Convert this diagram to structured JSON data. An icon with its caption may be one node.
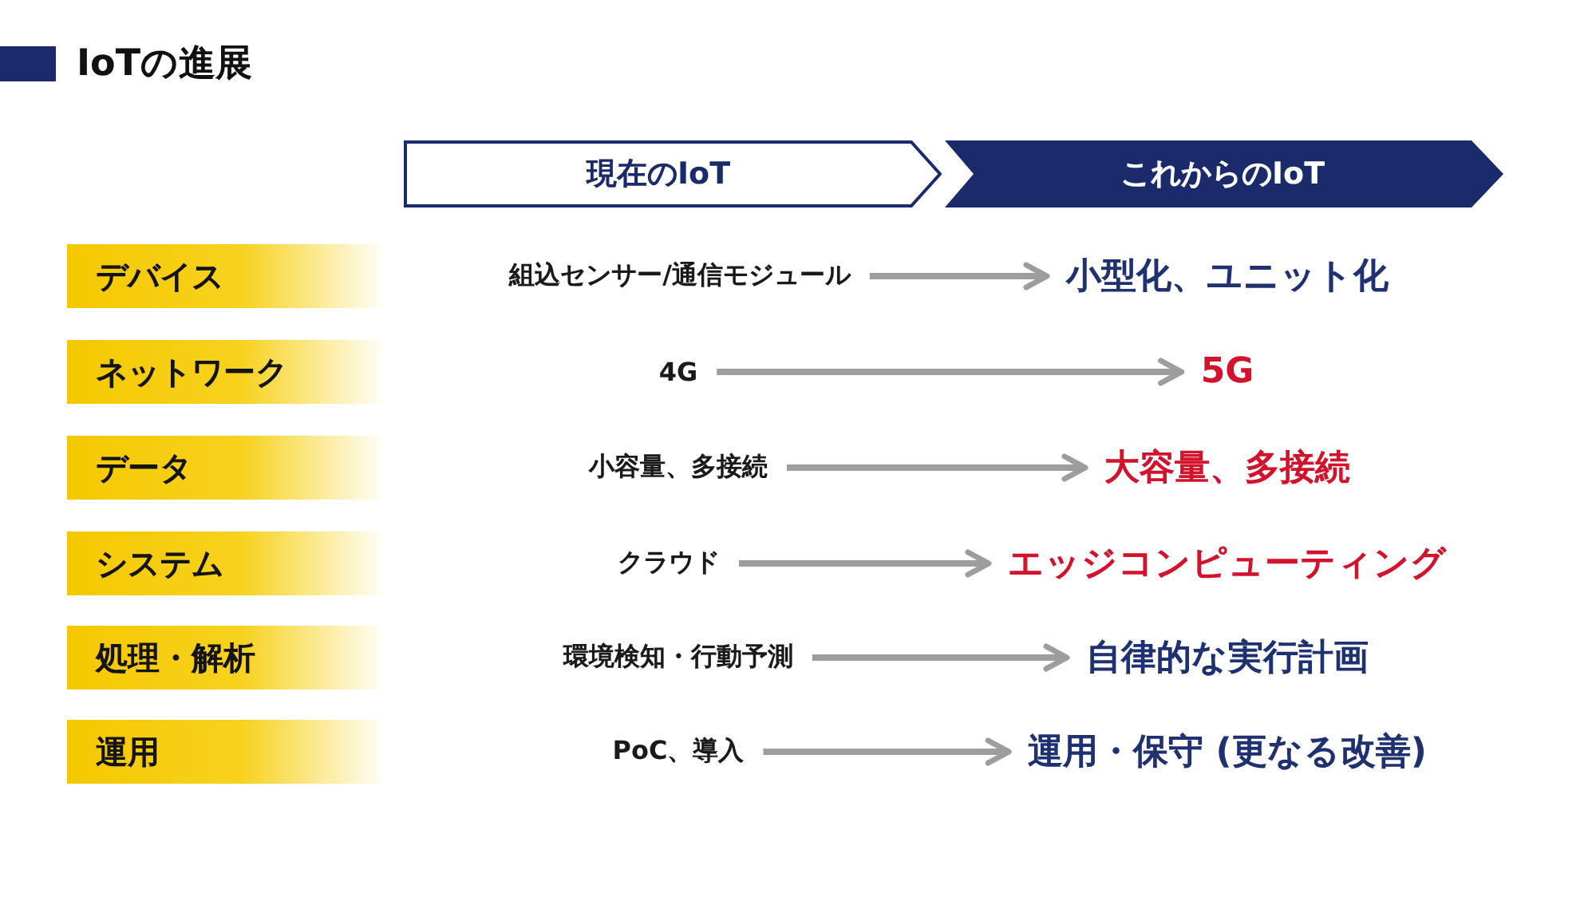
{
  "diagram": {
    "title": "IoTの進展",
    "nodes": [
      {
        "text": [
          "現在のIoT"
        ]
      },
      {
        "text": [
          "これからのIoT"
        ]
      },
      {
        "text": [
          "デバイス"
        ]
      },
      {
        "text": [
          "組込センサー/通信モジュール"
        ]
      },
      {
        "text": [
          "小型化、ユニット化"
        ]
      },
      {
        "text": [
          "ネットワーク"
        ]
      },
      {
        "text": [
          "4G"
        ]
      },
      {
        "text": [
          "5G"
        ]
      },
      {
        "text": [
          "データ"
        ]
      },
      {
        "text": [
          "小容量、多接続"
        ]
      },
      {
        "text": [
          "大容量、多接続"
        ]
      },
      {
        "text": [
          "システム"
        ]
      },
      {
        "text": [
          "クラウド"
        ]
      },
      {
        "text": [
          "エッジコンピューティング"
        ]
      },
      {
        "text": [
          "処理・解析"
        ]
      },
      {
        "text": [
          "環境検知・行動予測"
        ]
      },
      {
        "text": [
          "自律的な実行計画"
        ]
      },
      {
        "text": [
          "運用"
        ]
      },
      {
        "text": [
          "PoC、導入"
        ]
      },
      {
        "text": [
          "運用・保守 (更なる改善)"
        ]
      }
    ],
    "edges": [
      {
        "from": 3,
        "to": 4,
        "arrow": "to"
      },
      {
        "from": 6,
        "to": 7,
        "arrow": "to"
      },
      {
        "from": 9,
        "to": 10,
        "arrow": "to"
      },
      {
        "from": 12,
        "to": 13,
        "arrow": "to"
      },
      {
        "from": 15,
        "to": 16,
        "arrow": "to"
      },
      {
        "from": 18,
        "to": 19,
        "arrow": "to"
      }
    ]
  }
}
